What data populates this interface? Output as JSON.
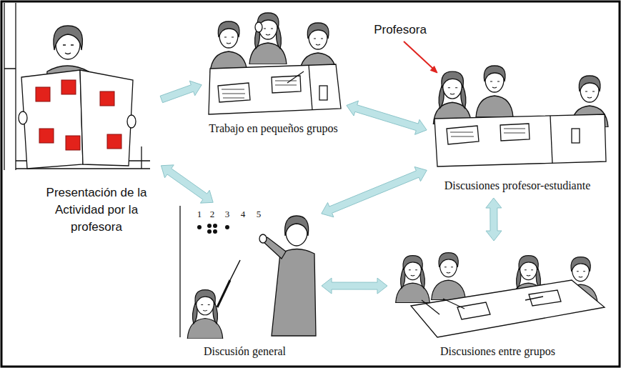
{
  "diagram": {
    "nodes": [
      {
        "text": [
          "Presentación de la Actividad por la profesora"
        ]
      },
      {
        "text": [
          "Trabajo en pequeños grupos"
        ]
      },
      {
        "text": [
          "Discusiones profesor-estudiante"
        ]
      },
      {
        "text": [
          "Discusión general"
        ]
      },
      {
        "text": [
          "Discusiones entre grupos"
        ]
      }
    ],
    "edges": [
      {
        "from": 0,
        "to": 1,
        "arrow": "to"
      },
      {
        "from": 1,
        "to": 2,
        "arrow": "both"
      },
      {
        "from": 0,
        "to": 3,
        "arrow": "both"
      },
      {
        "from": 3,
        "to": 2,
        "arrow": "both"
      },
      {
        "from": 2,
        "to": 4,
        "arrow": "both"
      },
      {
        "from": 3,
        "to": 4,
        "arrow": "both"
      }
    ],
    "labels": [
      "Profesora",
      "1",
      "2",
      "3",
      "4",
      "5"
    ]
  }
}
